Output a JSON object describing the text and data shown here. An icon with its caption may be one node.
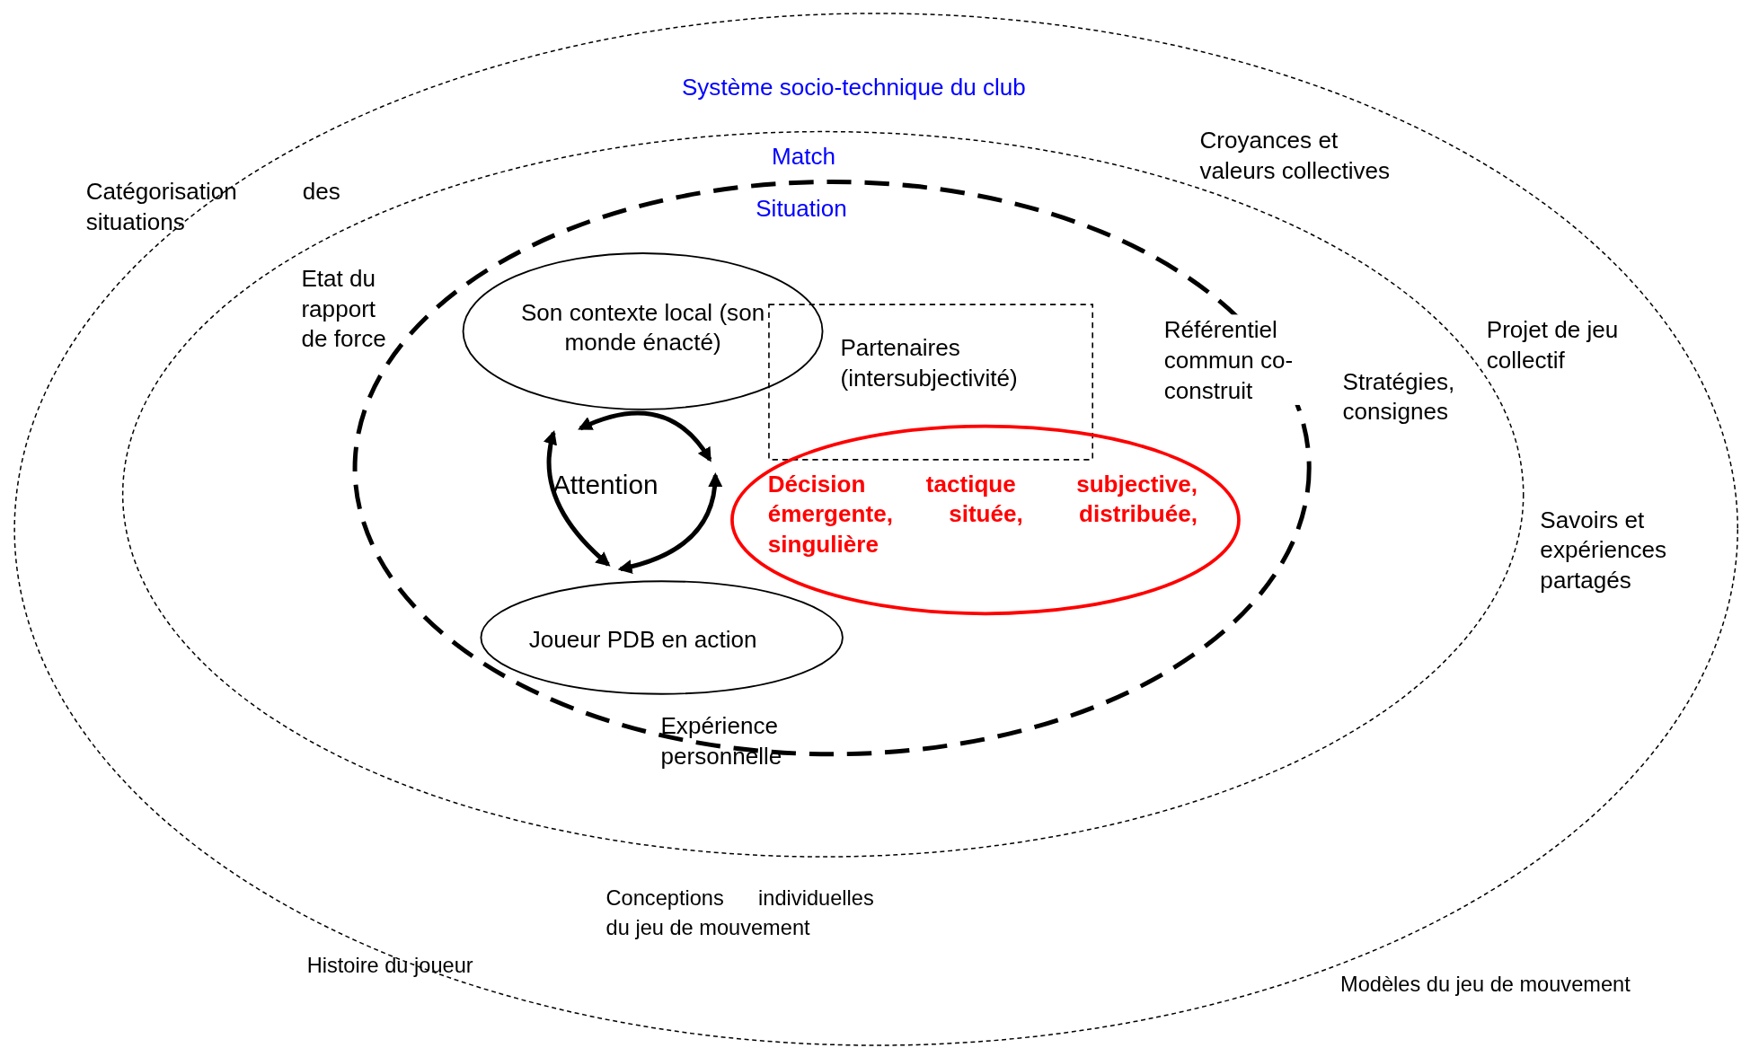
{
  "diagram": {
    "nodes": [
      {
        "text": [
          "Système socio-technique du club"
        ]
      },
      {
        "text": [
          "Match"
        ],
        "in": 0
      },
      {
        "text": [
          "Situation"
        ],
        "in": 1
      },
      {
        "text": [
          "Son contexte local (son monde énacté)"
        ],
        "in": 2
      },
      {
        "text": [
          "Partenaires (intersubjectivité)"
        ],
        "in": 2
      },
      {
        "text": [
          "Décision tactique subjective, émergente, située, distribuée, singulière"
        ],
        "in": 2
      },
      {
        "text": [
          "Joueur PDB en action"
        ],
        "in": 2
      }
    ],
    "edges": [
      {
        "from": 3,
        "to": 5,
        "arrow": "both"
      },
      {
        "from": 3,
        "to": 6,
        "arrow": "both"
      },
      {
        "from": 5,
        "to": 6,
        "arrow": "both"
      }
    ],
    "labels": [
      "Croyances et valeurs collectives",
      "Catégorisation des situations",
      "Etat du rapport de force",
      "Référentiel commun co-construit",
      "Projet de jeu collectif",
      "Stratégies, consignes",
      "Attention",
      "Savoirs et expériences partagés",
      "Expérience personnelle",
      "Conceptions individuelles du jeu de mouvement",
      "Histoire du joueur",
      "Modèles du jeu de mouvement"
    ]
  }
}
